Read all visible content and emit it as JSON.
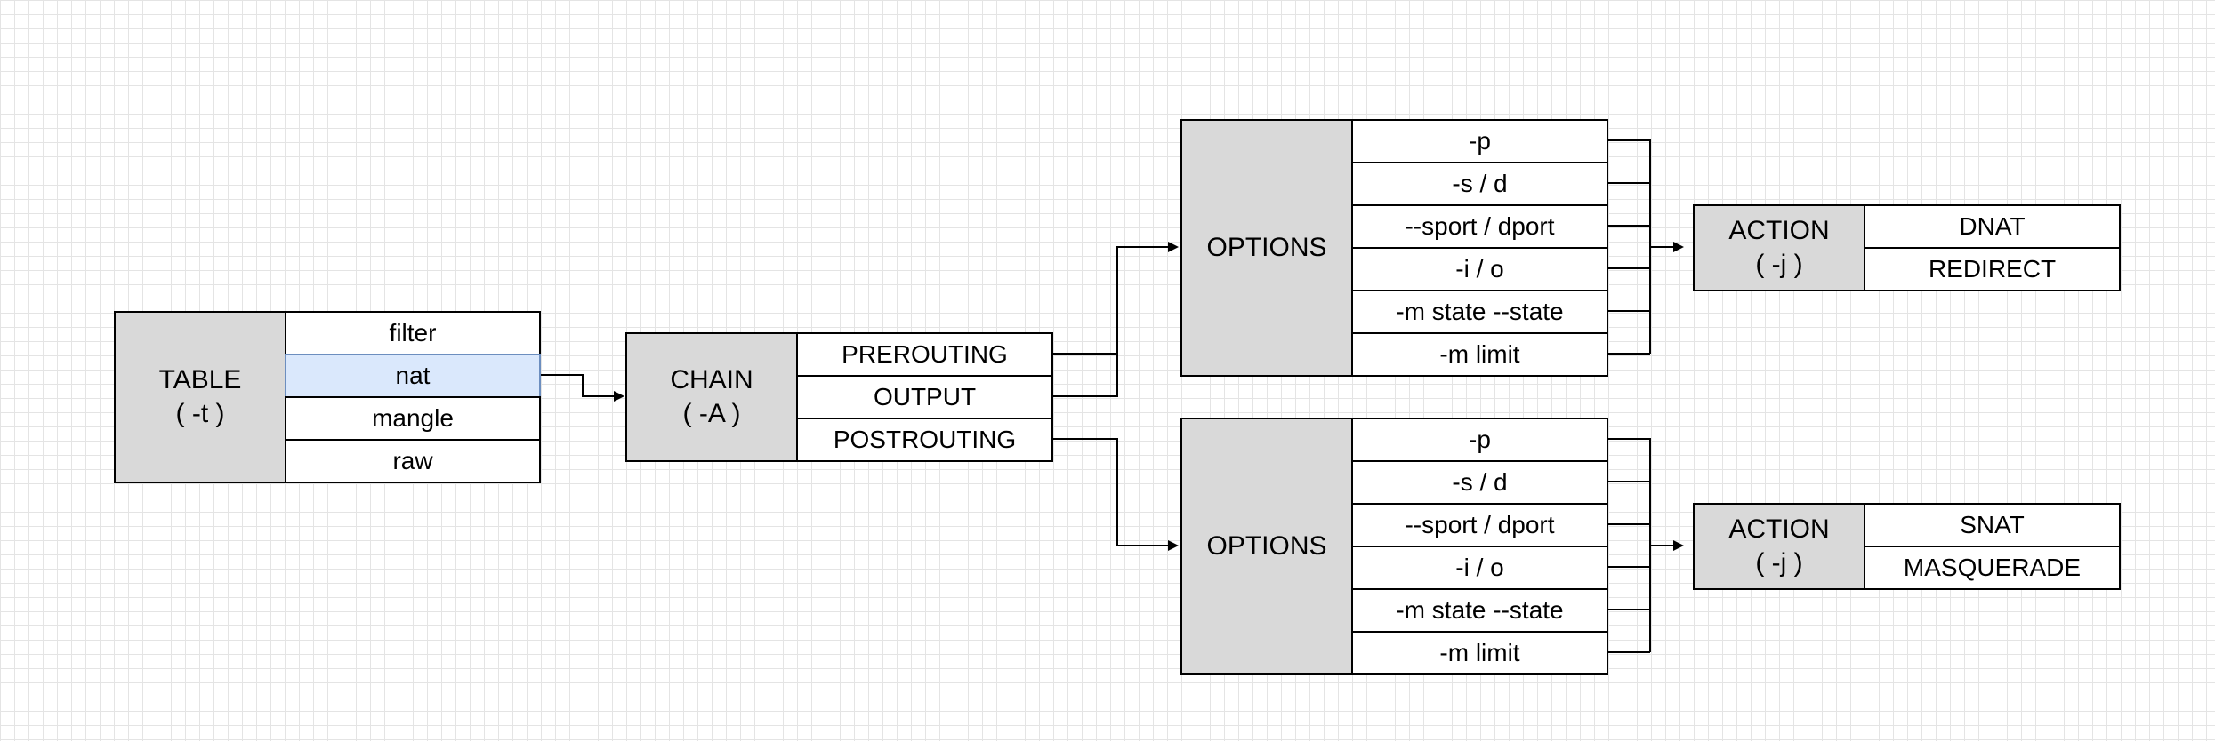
{
  "table": {
    "title": "TABLE",
    "flag": "( -t )",
    "items": [
      "filter",
      "nat",
      "mangle",
      "raw"
    ],
    "selected": "nat"
  },
  "chain": {
    "title": "CHAIN",
    "flag": "( -A )",
    "items": [
      "PREROUTING",
      "OUTPUT",
      "POSTROUTING"
    ]
  },
  "options_top": {
    "title": "OPTIONS",
    "items": [
      "-p",
      "-s / d",
      "--sport / dport",
      "-i / o",
      "-m state --state",
      "-m limit"
    ]
  },
  "options_bottom": {
    "title": "OPTIONS",
    "items": [
      "-p",
      "-s / d",
      "--sport / dport",
      "-i / o",
      "-m state --state",
      "-m limit"
    ]
  },
  "action_top": {
    "title": "ACTION",
    "flag": "( -j )",
    "items": [
      "DNAT",
      "REDIRECT"
    ]
  },
  "action_bottom": {
    "title": "ACTION",
    "flag": "( -j )",
    "items": [
      "SNAT",
      "MASQUERADE"
    ]
  },
  "colors": {
    "header_fill": "#d9d9d9",
    "selected_fill": "#dae8fc",
    "selected_border": "#6c8ebf",
    "stroke": "#000000"
  }
}
